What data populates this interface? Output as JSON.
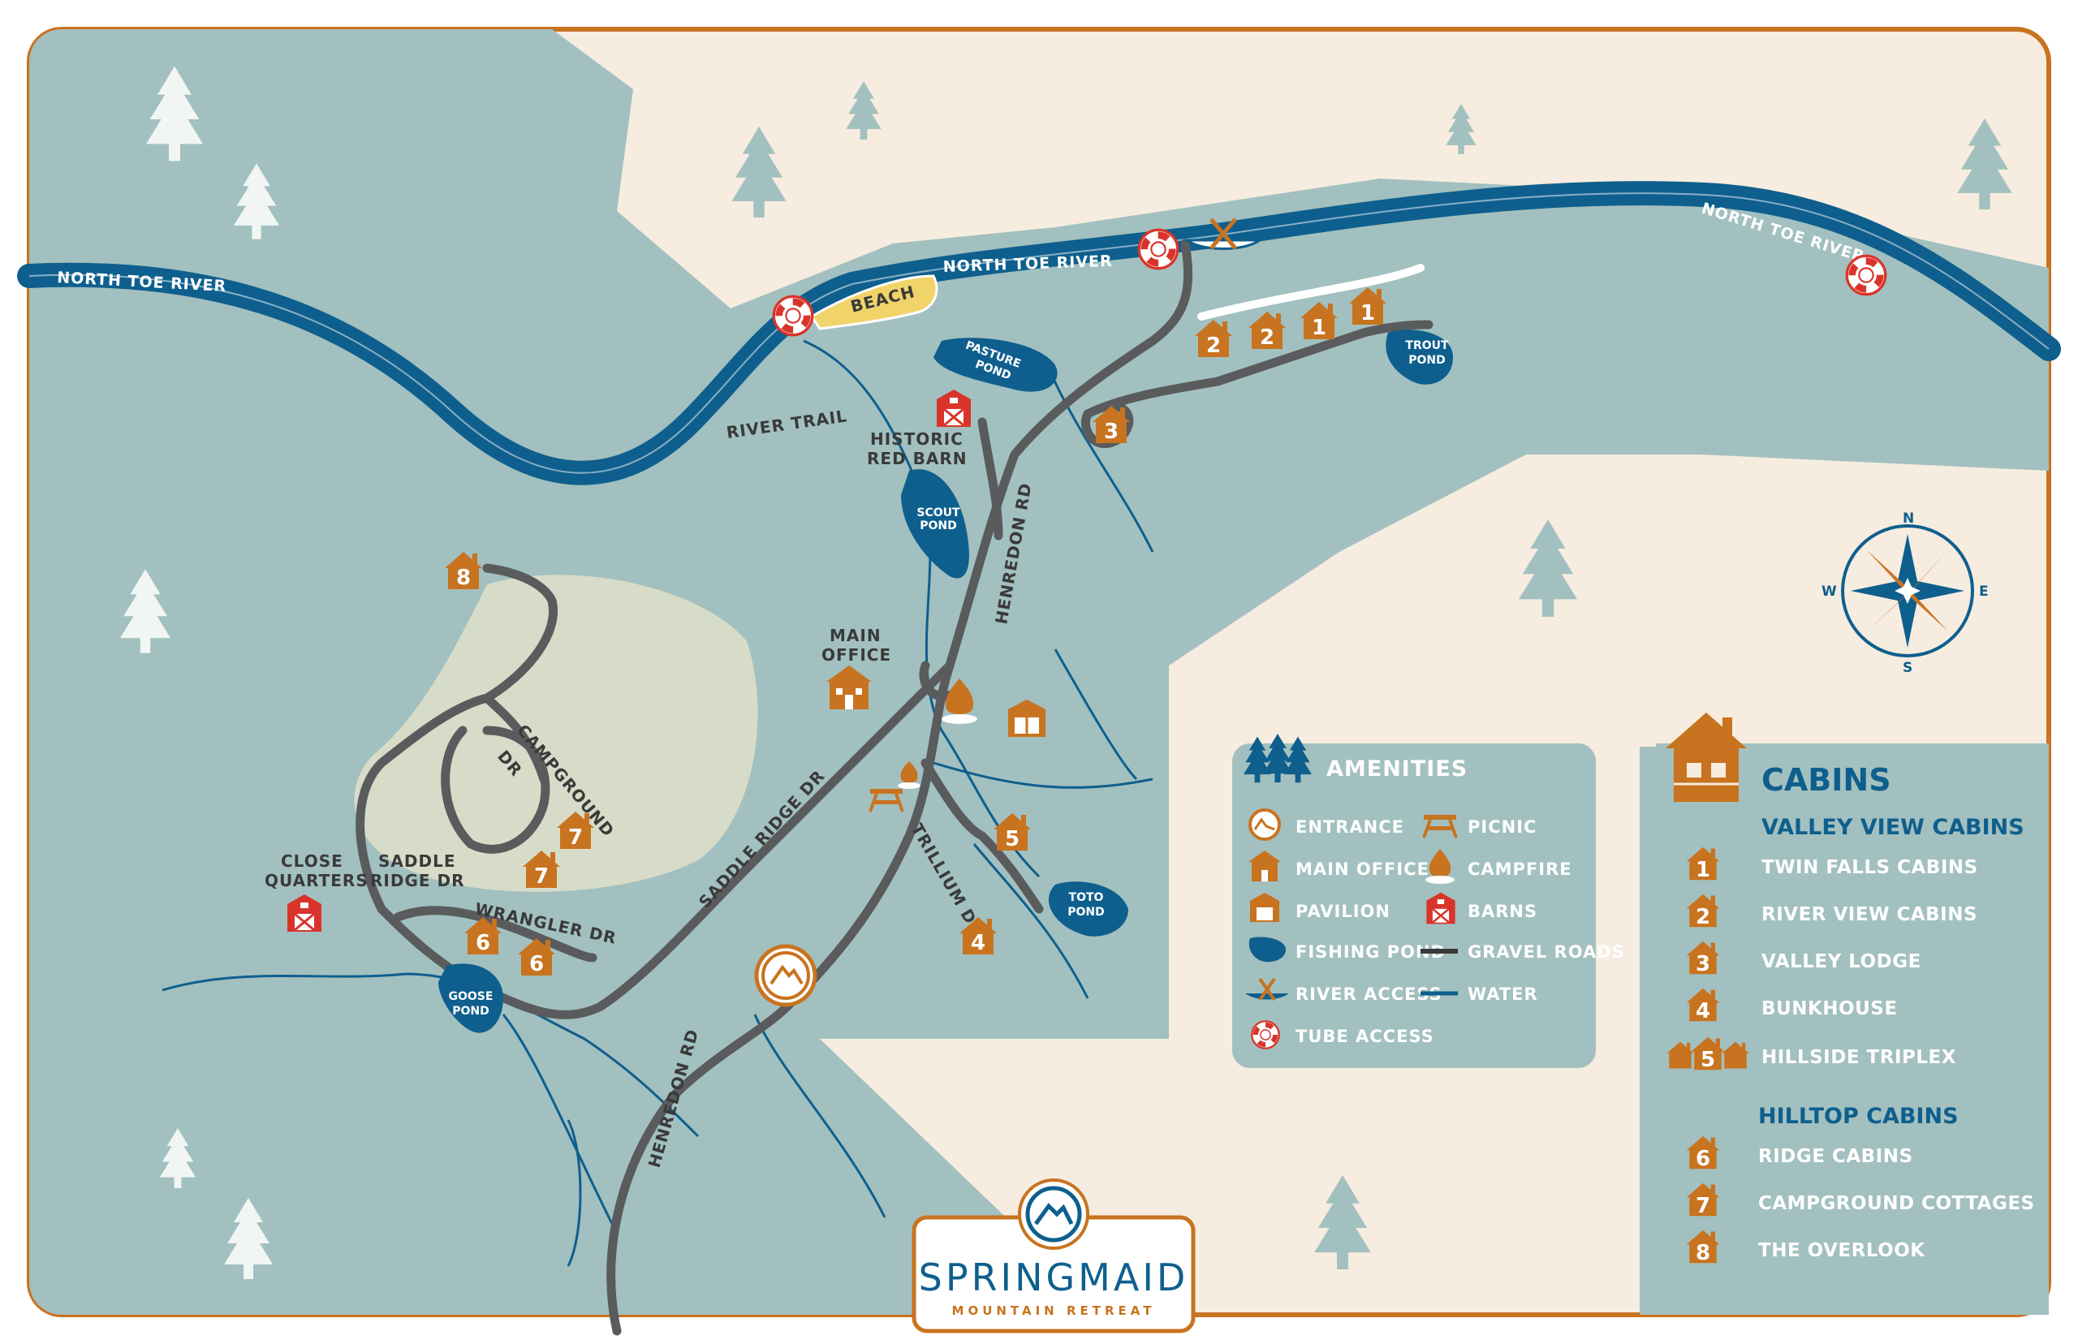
{
  "colors": {
    "land": "#a2c0bf",
    "cream": "#f6ece0",
    "river": "#0e5f8d",
    "road": "#5a5b5d",
    "orange": "#c8731f",
    "red": "#d9342b",
    "clearing": "#d7dcc8",
    "beach": "#f0d46a"
  },
  "rivers": {
    "left": "NORTH TOE RIVER",
    "middle": "NORTH TOE RIVER",
    "right": "NORTH TOE RIVER"
  },
  "labels": {
    "beach": "BEACH",
    "river_trail": "RIVER TRAIL",
    "historic_barn_1": "HISTORIC",
    "historic_barn_2": "RED BARN",
    "main_office_1": "MAIN",
    "main_office_2": "OFFICE",
    "henredon_rd_top": "HENREDON RD",
    "henredon_rd_bottom": "HENREDON RD",
    "saddle_ridge_dr": "SADDLE RIDGE DR",
    "trillium_dr": "TRILLIUM DR",
    "campground_dr_1": "CAMPGROUND",
    "campground_dr_2": "DR",
    "saddle_ridge_1": "SADDLE",
    "saddle_ridge_2": "RIDGE DR",
    "wrangler_dr": "WRANGLER DR",
    "close_quarters_1": "CLOSE",
    "close_quarters_2": "QUARTERS"
  },
  "ponds": {
    "pasture_1": "PASTURE",
    "pasture_2": "POND",
    "scout_1": "SCOUT",
    "scout_2": "POND",
    "trout_1": "TROUT",
    "trout_2": "POND",
    "toto_1": "TOTO",
    "toto_2": "POND",
    "goose_1": "GOOSE",
    "goose_2": "POND"
  },
  "cabin_markers": [
    "2",
    "2",
    "1",
    "1",
    "3",
    "5",
    "4",
    "7",
    "7",
    "6",
    "6",
    "8"
  ],
  "compass": {
    "n": "N",
    "s": "S",
    "e": "E",
    "w": "W"
  },
  "amenities": {
    "title": "AMENITIES",
    "items": [
      {
        "label": "ENTRANCE",
        "icon": "entrance-icon"
      },
      {
        "label": "MAIN OFFICE",
        "icon": "office-icon"
      },
      {
        "label": "PAVILION",
        "icon": "pavilion-icon"
      },
      {
        "label": "FISHING POND",
        "icon": "pond-icon"
      },
      {
        "label": "RIVER ACCESS",
        "icon": "canoe-icon"
      },
      {
        "label": "TUBE ACCESS",
        "icon": "tube-icon"
      },
      {
        "label": "PICNIC",
        "icon": "picnic-icon"
      },
      {
        "label": "CAMPFIRE",
        "icon": "campfire-icon"
      },
      {
        "label": "BARNS",
        "icon": "barn-icon"
      },
      {
        "label": "GRAVEL ROADS",
        "icon": "road-line-icon"
      },
      {
        "label": "WATER",
        "icon": "water-line-icon"
      }
    ]
  },
  "cabins": {
    "title": "CABINS",
    "valley_title": "VALLEY VIEW CABINS",
    "valley": [
      {
        "num": "1",
        "label": "TWIN FALLS CABINS"
      },
      {
        "num": "2",
        "label": "RIVER VIEW CABINS"
      },
      {
        "num": "3",
        "label": "VALLEY LODGE"
      },
      {
        "num": "4",
        "label": "BUNKHOUSE"
      },
      {
        "num": "5",
        "label": "HILLSIDE TRIPLEX"
      }
    ],
    "hilltop_title": "HILLTOP CABINS",
    "hilltop": [
      {
        "num": "6",
        "label": "RIDGE CABINS"
      },
      {
        "num": "7",
        "label": "CAMPGROUND COTTAGES"
      },
      {
        "num": "8",
        "label": "THE OVERLOOK"
      }
    ]
  },
  "logo": {
    "name": "SPRINGMAID",
    "subtitle": "MOUNTAIN RETREAT"
  }
}
